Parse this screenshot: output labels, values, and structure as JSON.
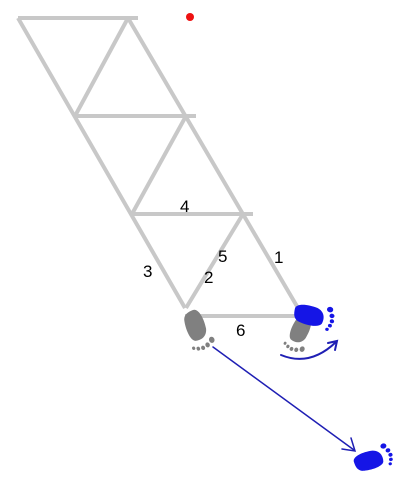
{
  "diagram": {
    "edge_labels": [
      "1",
      "2",
      "3",
      "4",
      "5",
      "6"
    ]
  },
  "colors": {
    "truss": "#c8c8c8",
    "marker": "#ee1111",
    "foot_gray": "#808080",
    "foot_blue": "#1515e6",
    "arrow": "#1f1fb4",
    "label": "#000000"
  },
  "icons": [
    "gray-left-foot-icon",
    "gray-right-foot-icon",
    "blue-foot-icon",
    "blue-target-foot-icon",
    "rotate-arrow-icon",
    "move-arrow-icon",
    "red-dot-icon"
  ]
}
